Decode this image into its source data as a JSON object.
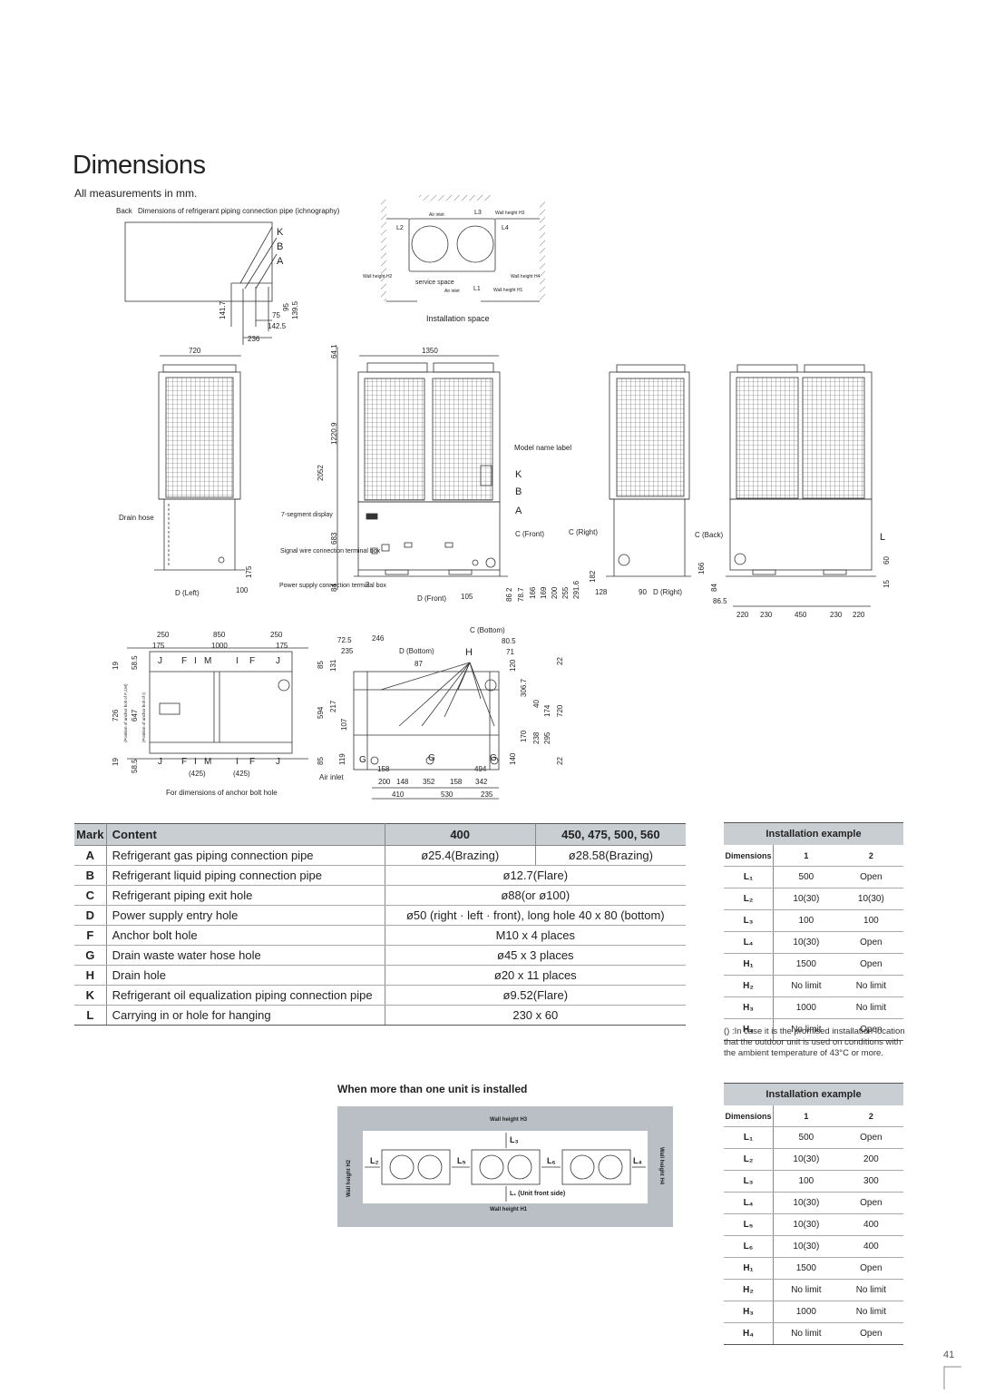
{
  "page": {
    "title": "Dimensions",
    "subtitle": "All measurements in mm.",
    "page_number": "41"
  },
  "back_view": {
    "label_back": "Back",
    "label_desc": "Dimensions of refrigerant piping connection pipe (ichnography)",
    "marks": [
      "K",
      "B",
      "A"
    ],
    "dims": [
      "141.7",
      "95",
      "75",
      "139.5",
      "142.5",
      "236"
    ]
  },
  "installation_space": {
    "caption": "Installation space",
    "air_inlet": "Air inlet",
    "service_space": "service space",
    "wall_h1": "Wall height H1",
    "wall_h2": "Wall height H2",
    "wall_h3": "Wall height H3",
    "wall_h4": "Wall height H4",
    "l1": "L1",
    "l2": "L2",
    "l3": "L3",
    "l4": "L4"
  },
  "views": {
    "dim_720": "720",
    "dim_1350": "1350",
    "dim_64_1": "64.1",
    "dim_1220_9": "1220.9",
    "dim_2052": "2052",
    "dim_683": "683",
    "dim_84": "84",
    "dim_175": "175",
    "dim_100": "100",
    "dim_105": "105",
    "drain_hose": "Drain hose",
    "d_left": "D (Left)",
    "d_front": "D (Front)",
    "d_right": "D (Right)",
    "c_front": "C (Front)",
    "c_right": "C (Right)",
    "c_back": "C (Back)",
    "seg_display": "7-segment display",
    "signal_wire": "Signal wire connection terminal box",
    "power_supply": "Power supply connection terminal box",
    "model_label": "Model name label",
    "mark_k": "K",
    "mark_b": "B",
    "mark_a": "A",
    "mark_l": "L",
    "side_dims": [
      "166",
      "169",
      "200",
      "255",
      "291.6",
      "182"
    ],
    "dim_2": "2",
    "dim_86": "86",
    "dim_78_7": "78.7",
    "dim_128": "128",
    "dim_90": "90",
    "dim_166": "166",
    "dim_84b": "84",
    "dim_86_5": "86.5",
    "dim_60": "60",
    "dim_15": "15",
    "back_bottom_dims": [
      "220",
      "230",
      "450",
      "230",
      "220"
    ]
  },
  "plan_view": {
    "top_dims": [
      "250",
      "850",
      "250",
      "175",
      "1000",
      "175"
    ],
    "side_dims": [
      "19",
      "58.5",
      "726",
      "647",
      "19",
      "58.5"
    ],
    "pos_note_a": "(Position of anchor bolt of F,J,M)",
    "pos_note_b": "(Position of anchor bolt of I)",
    "marks_top": [
      "J",
      "F",
      "I",
      "M",
      "I",
      "F",
      "J"
    ],
    "marks_bot": [
      "J",
      "F",
      "I",
      "M",
      "I",
      "F",
      "J"
    ],
    "bottom_dims": [
      "(425)",
      "(425)"
    ],
    "caption": "For dimensions of anchor bolt hole"
  },
  "bottom_view": {
    "c_bottom": "C (Bottom)",
    "d_bottom": "D (Bottom)",
    "mark_h": "H",
    "mark_g": "G",
    "air_inlet": "Air inlet",
    "top_dims": [
      "72.5",
      "246",
      "235",
      "87",
      "80.5",
      "71",
      "120"
    ],
    "left_dims": [
      "85",
      "131",
      "594",
      "217",
      "107",
      "85",
      "119"
    ],
    "right_dims": [
      "306.7",
      "40",
      "174",
      "720",
      "170",
      "238",
      "295",
      "140",
      "22",
      "22"
    ],
    "bottom_dims_a": [
      "158",
      "494"
    ],
    "bottom_dims_b": [
      "200",
      "148",
      "352",
      "158",
      "342"
    ],
    "bottom_dims_c": [
      "410",
      "530",
      "235"
    ]
  },
  "spec_table": {
    "headers": [
      "Mark",
      "Content",
      "400",
      "450, 475, 500, 560"
    ],
    "rows": [
      {
        "mark": "A",
        "content": "Refrigerant gas piping connection pipe",
        "v400": "ø25.4(Brazing)",
        "vother": "ø28.58(Brazing)"
      },
      {
        "mark": "B",
        "content": "Refrigerant liquid piping connection pipe",
        "v": "ø12.7(Flare)"
      },
      {
        "mark": "C",
        "content": "Refrigerant piping exit hole",
        "v": "ø88(or ø100)"
      },
      {
        "mark": "D",
        "content": "Power supply entry hole",
        "v": "ø50 (right · left · front), long hole 40 x 80 (bottom)"
      },
      {
        "mark": "F",
        "content": "Anchor bolt hole",
        "v": "M10 x 4 places"
      },
      {
        "mark": "G",
        "content": "Drain waste water hose hole",
        "v": "ø45 x 3 places"
      },
      {
        "mark": "H",
        "content": "Drain hole",
        "v": "ø20 x 11 places"
      },
      {
        "mark": "K",
        "content": "Refrigerant oil equalization piping connection pipe",
        "v": "ø9.52(Flare)"
      },
      {
        "mark": "L",
        "content": "Carrying in or hole for hanging",
        "v": "230 x 60"
      }
    ]
  },
  "install_table_1": {
    "title": "Installation example",
    "col_dim": "Dimensions",
    "col_1": "1",
    "col_2": "2",
    "rows": [
      {
        "dim": "L₁",
        "a": "500",
        "b": "Open"
      },
      {
        "dim": "L₂",
        "a": "10(30)",
        "b": "10(30)"
      },
      {
        "dim": "L₃",
        "a": "100",
        "b": "100"
      },
      {
        "dim": "L₄",
        "a": "10(30)",
        "b": "Open"
      },
      {
        "dim": "H₁",
        "a": "1500",
        "b": "Open"
      },
      {
        "dim": "H₂",
        "a": "No limit",
        "b": "No limit"
      },
      {
        "dim": "H₃",
        "a": "1000",
        "b": "No limit"
      },
      {
        "dim": "H₄",
        "a": "No limit",
        "b": "Open"
      }
    ],
    "note": "() :In case it is the promised installation location that the outdoor unit is used on conditions with the ambient temperature of 43°C or more."
  },
  "multi_unit": {
    "title": "When more than one unit is installed",
    "wall_h3": "Wall height H3",
    "wall_h1": "Wall height H1",
    "wall_h2": "Wall height H2",
    "wall_h4": "Wall height H4",
    "l2": "L₂",
    "l3": "L₃",
    "l4": "L₄",
    "l5": "L₅",
    "l6": "L₆",
    "l1": "L₁ (Unit front side)"
  },
  "install_table_2": {
    "title": "Installation example",
    "col_dim": "Dimensions",
    "col_1": "1",
    "col_2": "2",
    "rows": [
      {
        "dim": "L₁",
        "a": "500",
        "b": "Open"
      },
      {
        "dim": "L₂",
        "a": "10(30)",
        "b": "200"
      },
      {
        "dim": "L₃",
        "a": "100",
        "b": "300"
      },
      {
        "dim": "L₄",
        "a": "10(30)",
        "b": "Open"
      },
      {
        "dim": "L₅",
        "a": "10(30)",
        "b": "400"
      },
      {
        "dim": "L₆",
        "a": "10(30)",
        "b": "400"
      },
      {
        "dim": "H₁",
        "a": "1500",
        "b": "Open"
      },
      {
        "dim": "H₂",
        "a": "No limit",
        "b": "No limit"
      },
      {
        "dim": "H₃",
        "a": "1000",
        "b": "No limit"
      },
      {
        "dim": "H₄",
        "a": "No limit",
        "b": "Open"
      }
    ]
  }
}
